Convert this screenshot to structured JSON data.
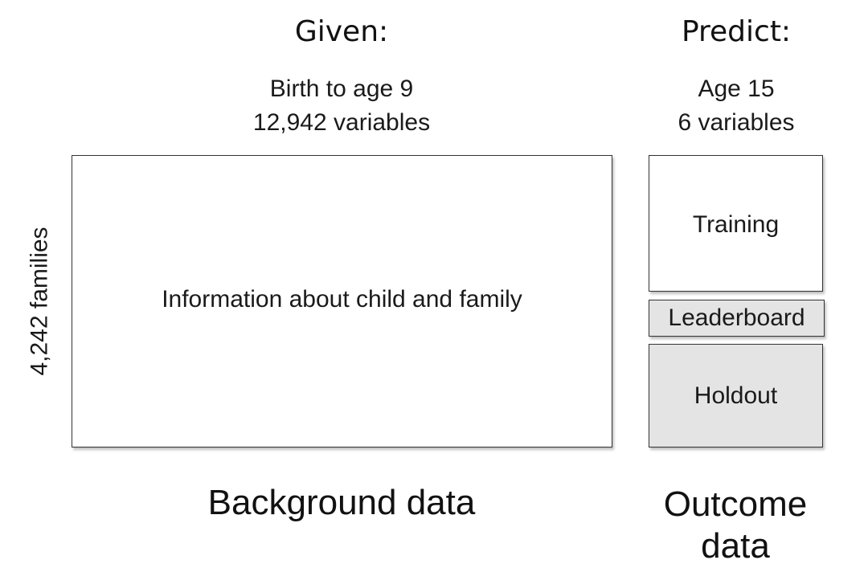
{
  "given": {
    "heading": "Given:",
    "period": "Birth to age 9",
    "variables": "12,942 variables"
  },
  "predict": {
    "heading": "Predict:",
    "period": "Age 15",
    "variables": "6 variables"
  },
  "rows_label": "4,242 families",
  "background_box": {
    "label": "Information about child and family"
  },
  "outcome_boxes": [
    {
      "label": "Training",
      "fill": "#ffffff"
    },
    {
      "label": "Leaderboard",
      "fill": "#e4e4e4"
    },
    {
      "label": "Holdout",
      "fill": "#e4e4e4"
    }
  ],
  "footer": {
    "background_label": "Background data",
    "outcome_label_line1": "Outcome",
    "outcome_label_line2": "data"
  }
}
